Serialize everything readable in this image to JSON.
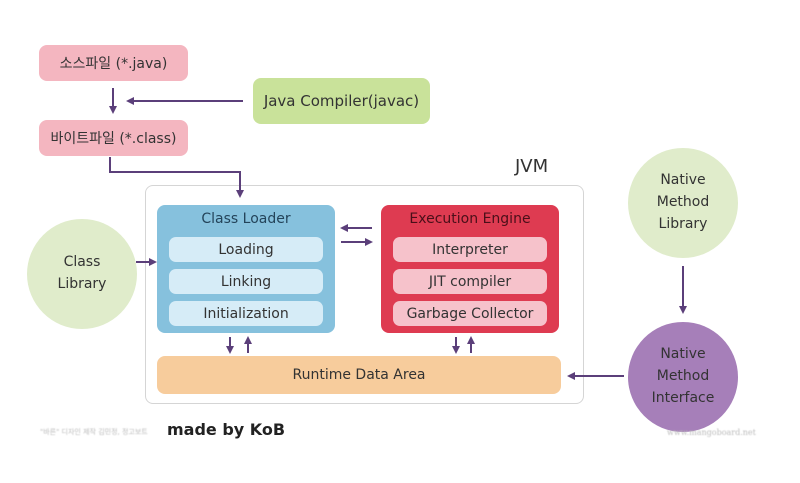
{
  "source_file": "소스파일 (*.java)",
  "compiler": "Java Compiler(javac)",
  "byte_file": "바이트파일 (*.class)",
  "jvm": {
    "label": "JVM",
    "class_loader": {
      "title": "Class Loader",
      "steps": [
        "Loading",
        "Linking",
        "Initialization"
      ]
    },
    "execution_engine": {
      "title": "Execution Engine",
      "components": [
        "Interpreter",
        "JIT compiler",
        "Garbage Collector"
      ]
    },
    "runtime_data_area": "Runtime Data Area"
  },
  "class_library": [
    "Class",
    "Library"
  ],
  "native_method_library": [
    "Native",
    "Method",
    "Library"
  ],
  "native_method_interface": [
    "Native",
    "Method",
    "Interface"
  ],
  "footer": {
    "credit": "\"바른\" 디자인 제작 김민정, 정고보트",
    "made_by": "made by KoB",
    "site": "www.mangoboard.net"
  },
  "colors": {
    "arrow": "#5b3f7a",
    "pink_box": "#f4b6c0",
    "compiler_box": "#c9e29a",
    "class_loader": "#86c1dd",
    "execution_engine": "#de3b51",
    "runtime_data_area": "#f7cc9c",
    "native_interface": "#a67fb9",
    "library_circle": "#e0eccb"
  }
}
